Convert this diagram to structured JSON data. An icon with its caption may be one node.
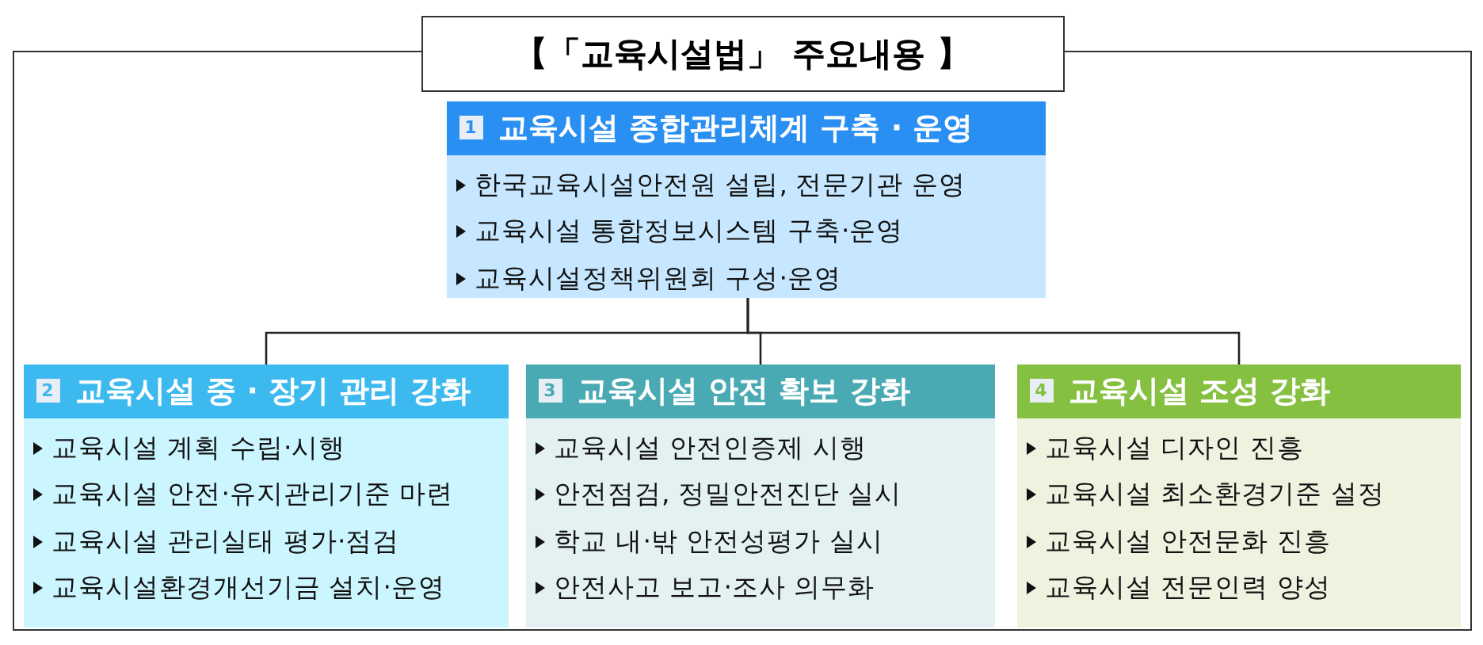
{
  "diagram": {
    "nodes": [
      {
        "text": [
          "【「교육시설법」 주요내용 】"
        ]
      },
      {
        "text": [
          "1",
          "교육시설 종합관리체계 구축 · 운영",
          "한국교육시설안전원 설립, 전문기관 운영",
          "교육시설 통합정보시스템 구축·운영",
          "교육시설정책위원회 구성·운영"
        ],
        "in": 0
      },
      {
        "text": [
          "2",
          "교육시설 중 · 장기 관리 강화",
          "교육시설 계획 수립·시행",
          "교육시설 안전·유지관리기준 마련",
          "교육시설 관리실태 평가·점검",
          "교육시설환경개선기금 설치·운영"
        ],
        "in": 0
      },
      {
        "text": [
          "3",
          "교육시설 안전 확보 강화",
          "교육시설 안전인증제 시행",
          "안전점검, 정밀안전진단 실시",
          "학교 내·밖 안전성평가 실시",
          "안전사고 보고·조사 의무화"
        ],
        "in": 0
      },
      {
        "text": [
          "4",
          "교육시설 조성 강화",
          "교육시설 디자인 진흥",
          "교육시설 최소환경기준 설정",
          "교육시설 안전문화 진흥",
          "교육시설 전문인력 양성"
        ],
        "in": 0
      }
    ],
    "edges": [
      {
        "from": 1,
        "to": 2,
        "arrow": "none"
      },
      {
        "from": 1,
        "to": 3,
        "arrow": "none"
      },
      {
        "from": 1,
        "to": 4,
        "arrow": "none"
      }
    ]
  }
}
